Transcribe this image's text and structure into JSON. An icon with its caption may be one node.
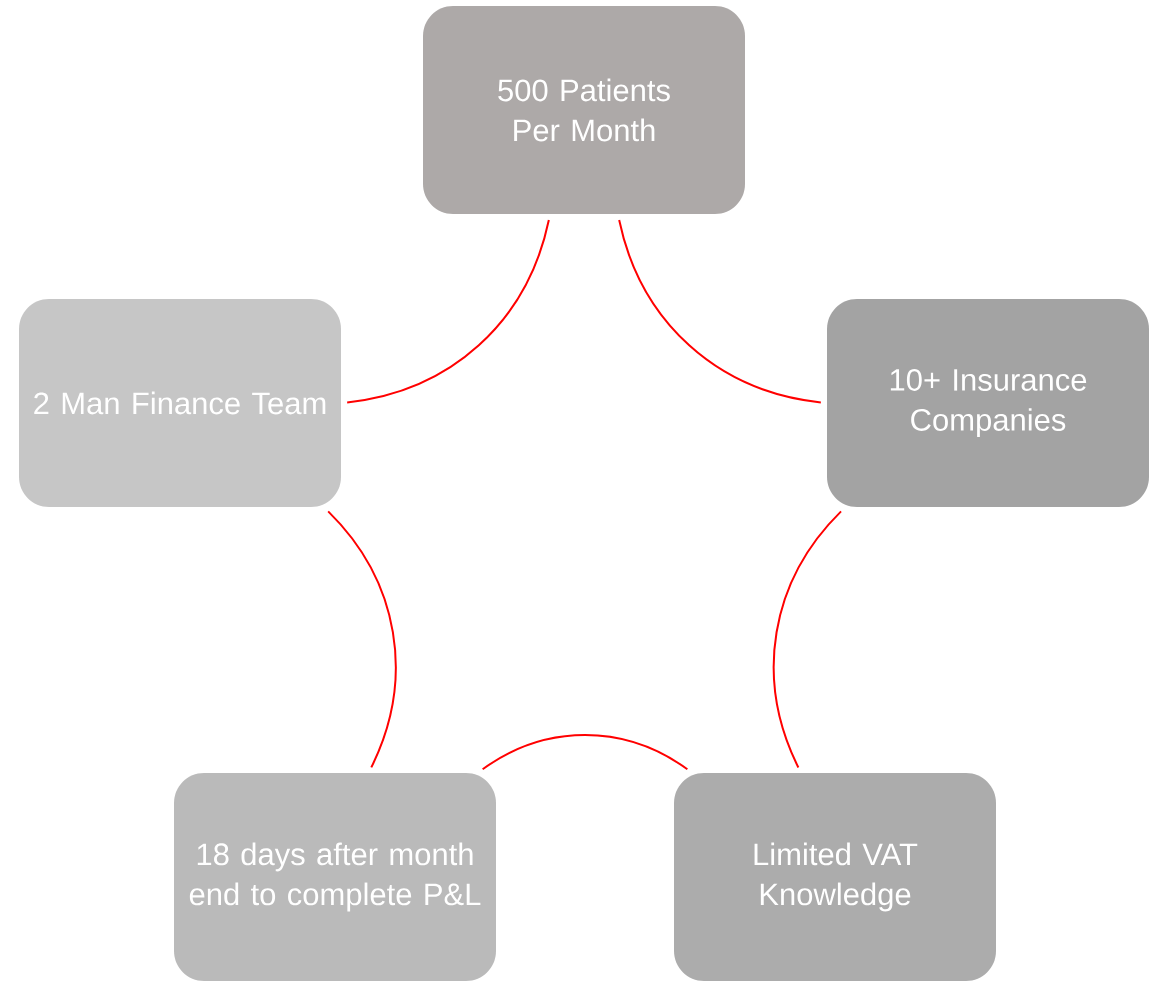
{
  "diagram": {
    "nodes": [
      {
        "text": [
          "500 Patients Per Month"
        ]
      },
      {
        "text": [
          "2 Man Finance Team"
        ]
      },
      {
        "text": [
          "10+ Insurance Companies"
        ]
      },
      {
        "text": [
          "18 days after month end to complete P&L"
        ]
      },
      {
        "text": [
          "Limited VAT Knowledge"
        ]
      }
    ],
    "edges": [
      {
        "from": 0,
        "to": 2,
        "arrow": "none"
      },
      {
        "from": 2,
        "to": 4,
        "arrow": "none"
      },
      {
        "from": 4,
        "to": 3,
        "arrow": "none"
      },
      {
        "from": 3,
        "to": 1,
        "arrow": "none"
      },
      {
        "from": 1,
        "to": 0,
        "arrow": "none"
      }
    ]
  }
}
